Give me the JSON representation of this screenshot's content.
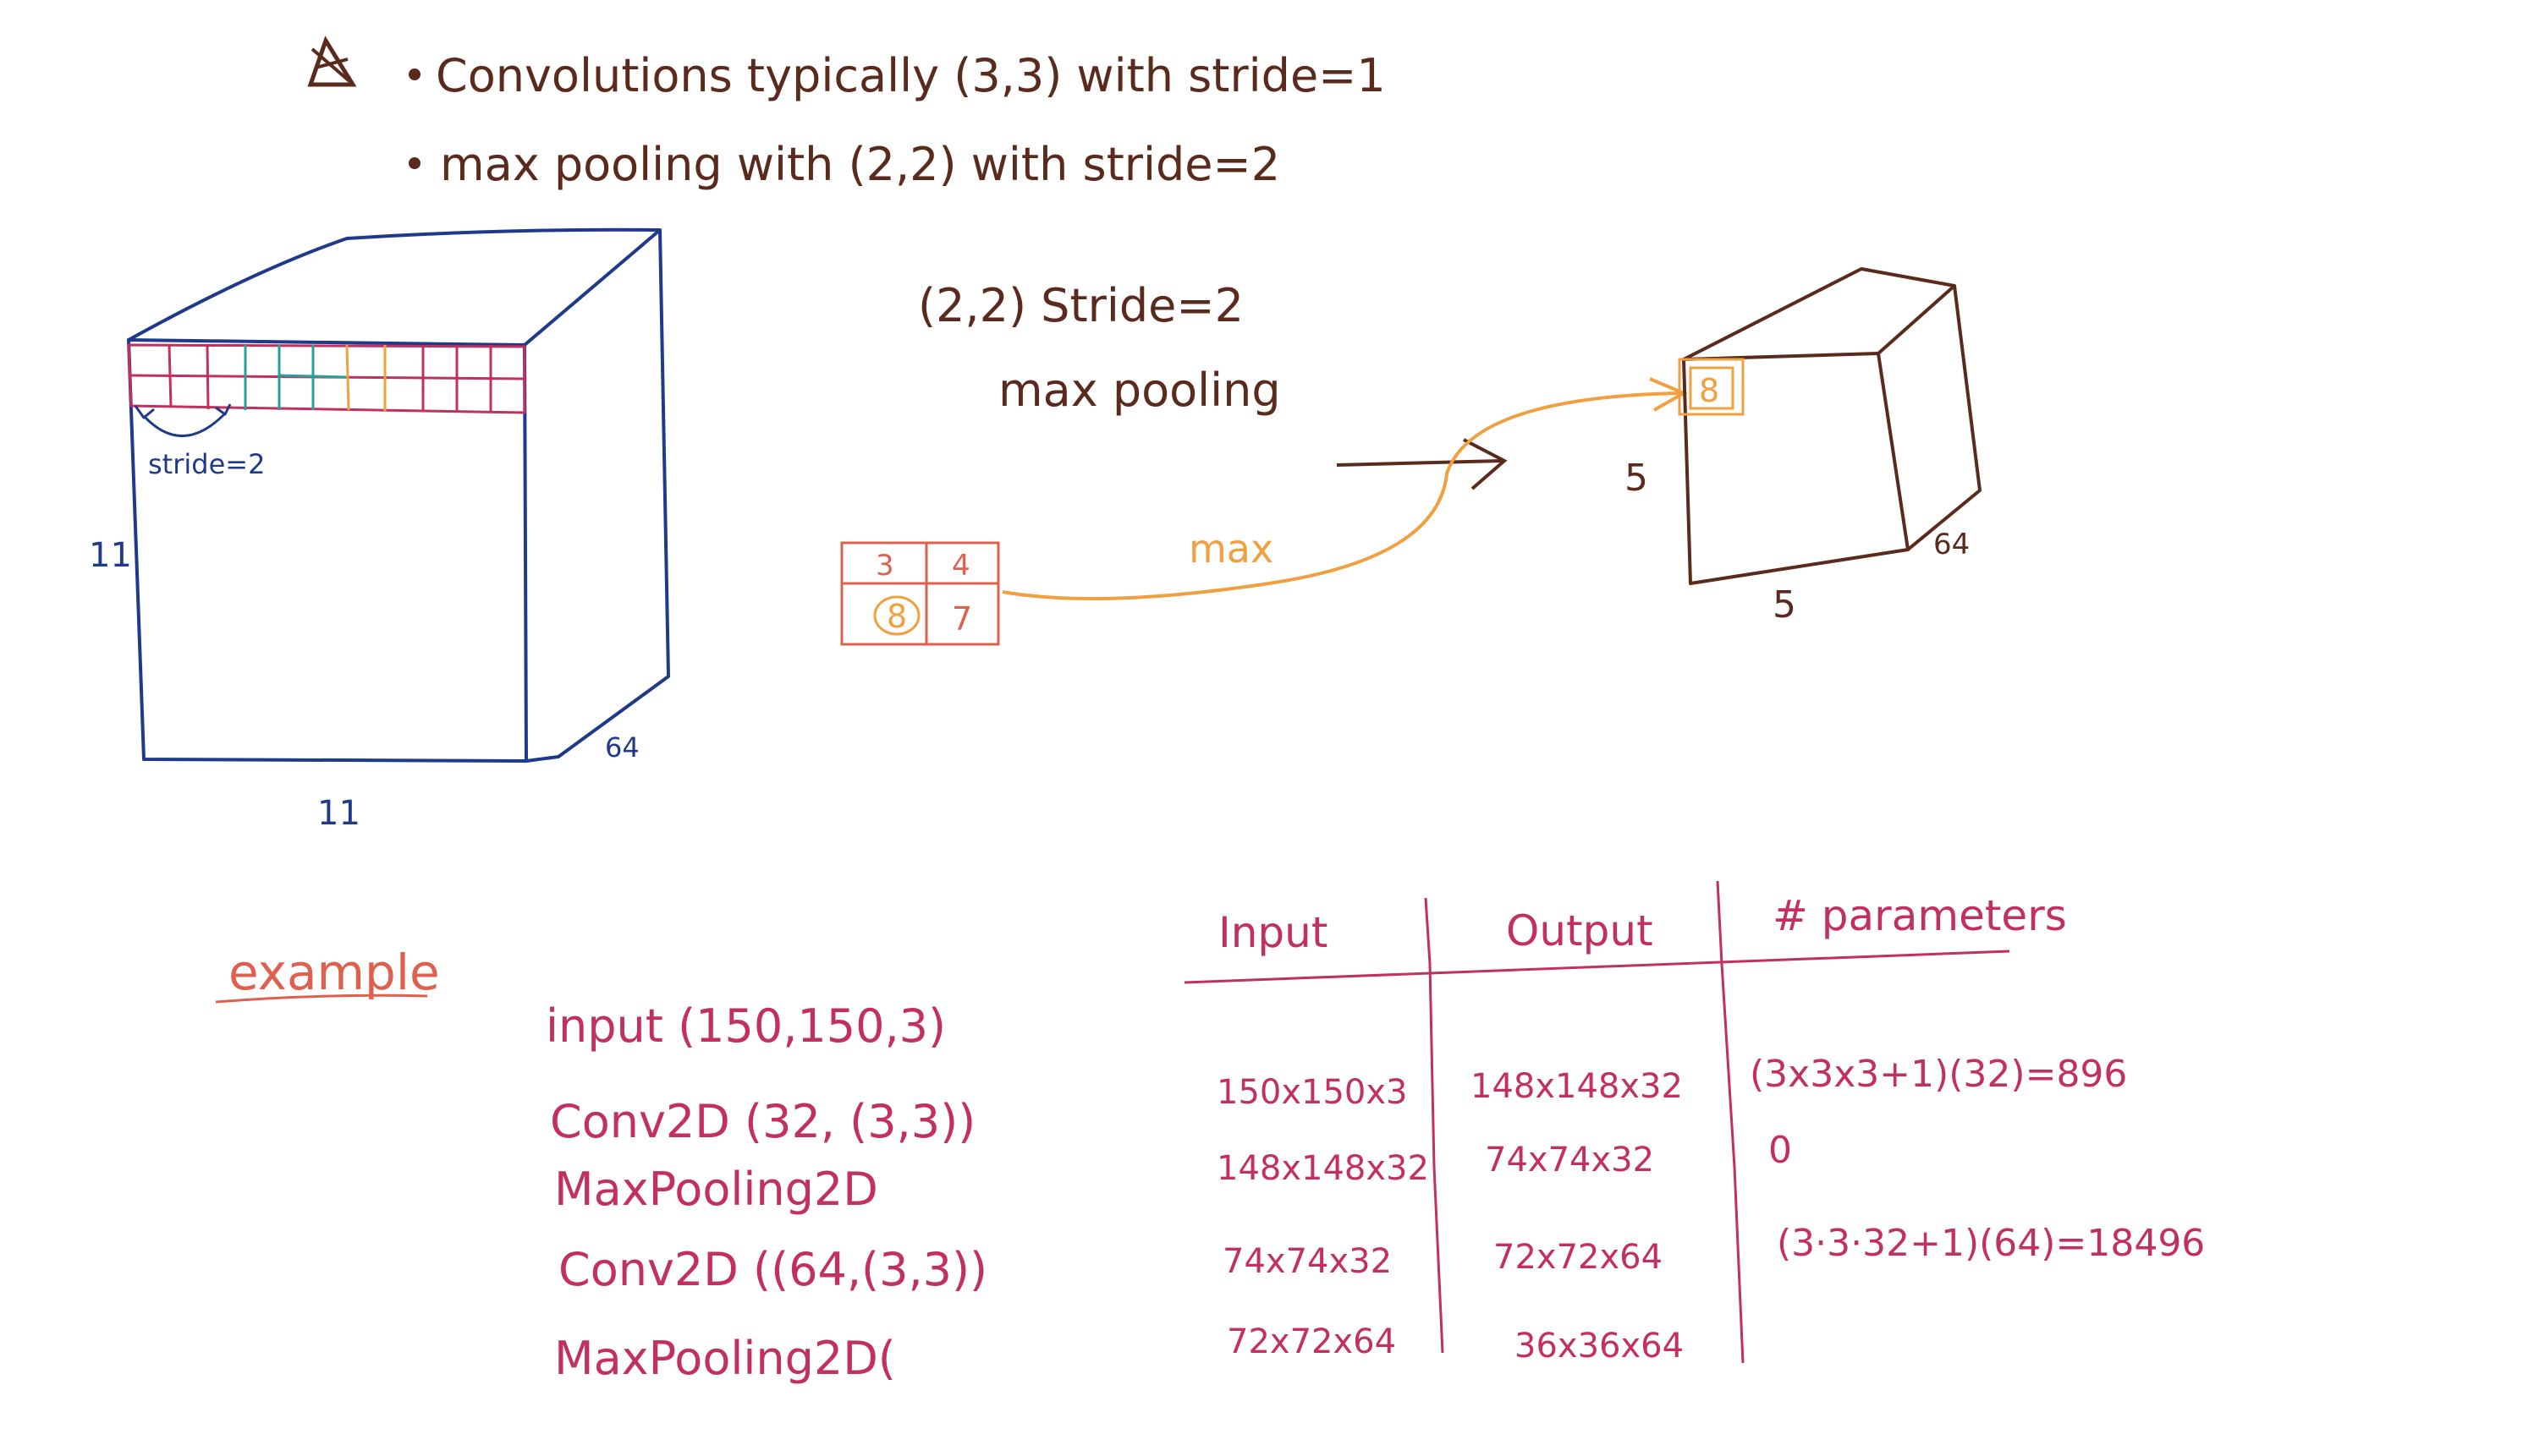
{
  "colors": {
    "brown": "#5a2a1c",
    "navy": "#1f3a8a",
    "pink": "#c2305e",
    "orange": "#f0a040",
    "red": "#e06050",
    "teal": "#2aa198"
  },
  "notes": {
    "bullet1": "Convolutions typically (3,3) with stride=1",
    "bullet2": "max pooling with (2,2) with stride=2"
  },
  "left_volume": {
    "height_label": "11",
    "width_label": "11",
    "depth_label": "64",
    "stride_label": "stride=2"
  },
  "pooling_annotation": {
    "line1": "(2,2) Stride=2",
    "line2": "max pooling",
    "arrow_label": "max",
    "grid_values": [
      "3",
      "4",
      "8",
      "7"
    ],
    "output_value": "8"
  },
  "right_volume": {
    "height_label": "5",
    "width_label": "5",
    "depth_label": "64"
  },
  "example": {
    "heading": "example",
    "lines": [
      "input (150,150,3)",
      "Conv2D (32, (3,3))",
      "MaxPooling2D",
      "Conv2D ((64,(3,3))",
      "MaxPooling2D("
    ]
  },
  "table": {
    "headers": [
      "Input",
      "Output",
      "# parameters"
    ],
    "rows": [
      [
        "150x150x3",
        "148x148x32",
        "(3x3x3+1)(32)=896"
      ],
      [
        "148x148x32",
        "74x74x32",
        "0"
      ],
      [
        "74x74x32",
        "72x72x64",
        "(3·3·32+1)(64)=18496"
      ],
      [
        "72x72x64",
        "36x36x64",
        ""
      ]
    ]
  }
}
